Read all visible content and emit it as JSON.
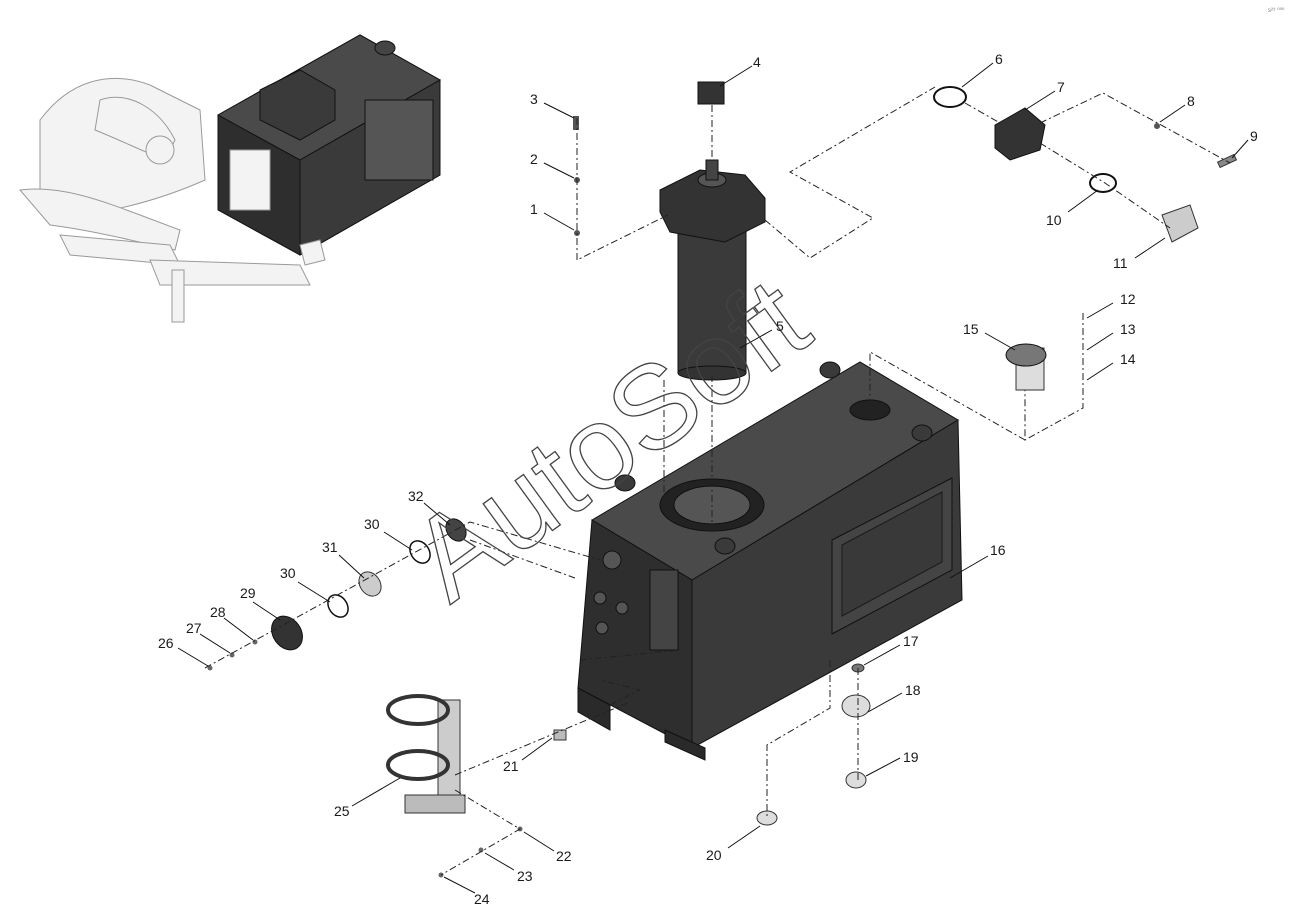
{
  "watermark": "AutoSoft",
  "corner_mark": "s²⁹ ⁰⁰⁰",
  "callouts": [
    "1",
    "2",
    "3",
    "4",
    "5",
    "6",
    "7",
    "8",
    "9",
    "10",
    "11",
    "12",
    "13",
    "14",
    "15",
    "16",
    "17",
    "18",
    "19",
    "20",
    "21",
    "22",
    "23",
    "24",
    "25",
    "26",
    "27",
    "28",
    "29",
    "30",
    "30",
    "31",
    "32"
  ],
  "colors": {
    "part": "#2e2e2e",
    "ghost_assembly": "#f3f3f3",
    "line": "#111111"
  }
}
